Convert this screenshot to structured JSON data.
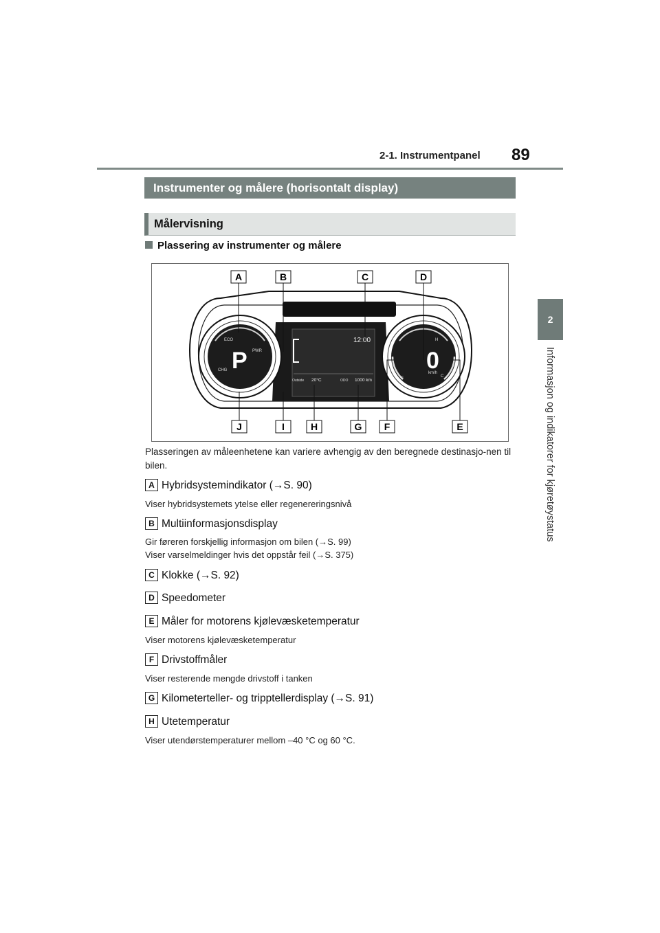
{
  "header": {
    "section": "2-1. Instrumentpanel",
    "page_number": "89"
  },
  "side_tab": {
    "number": "2",
    "chapter": "Informasjon og indikatorer for kjøretøystatus"
  },
  "section_title": "Instrumenter og målere (horisontalt display)",
  "subsection_title": "Målervisning",
  "sub_heading": "Plassering av instrumenter og målere",
  "figure": {
    "labels_top": [
      "A",
      "B",
      "C",
      "D"
    ],
    "labels_bottom": [
      "J",
      "I",
      "H",
      "G",
      "F",
      "E"
    ],
    "left_gauge": {
      "gear": "P",
      "eco": "ECO",
      "pwr": "PWR",
      "chg": "CHG"
    },
    "center": {
      "clock": "12:00",
      "outside_label": "Outside",
      "outside_temp": "20°C",
      "odo_label": "ODO",
      "odo_value": "1000 km"
    },
    "right_gauge": {
      "speed": "0",
      "unit": "km/h",
      "temp_h": "H",
      "temp_c": "C",
      "fuel_e": "E"
    }
  },
  "intro": "Plasseringen av måleenhetene kan variere avhengig av den beregnede destinasjo-nen til bilen.",
  "items": [
    {
      "badge": "A",
      "title": "Hybridsystemindikator (→S. 90)",
      "desc": [
        "Viser hybridsystemets ytelse eller regenereringsnivå"
      ]
    },
    {
      "badge": "B",
      "title": "Multiinformasjonsdisplay",
      "desc": [
        "Gir føreren forskjellig informasjon om bilen (→S. 99)",
        "Viser varselmeldinger hvis det oppstår feil (→S. 375)"
      ]
    },
    {
      "badge": "C",
      "title": "Klokke (→S. 92)",
      "desc": []
    },
    {
      "badge": "D",
      "title": "Speedometer",
      "desc": []
    },
    {
      "badge": "E",
      "title": "Måler for motorens kjølevæsketemperatur",
      "desc": [
        "Viser motorens kjølevæsketemperatur"
      ]
    },
    {
      "badge": "F",
      "title": "Drivstoffmåler",
      "desc": [
        "Viser resterende mengde drivstoff i tanken"
      ]
    },
    {
      "badge": "G",
      "title": "Kilometerteller- og tripptellerdisplay (→S. 91)",
      "desc": []
    },
    {
      "badge": "H",
      "title": "Utetemperatur",
      "desc": [
        "Viser utendørstemperaturer mellom –40 °C og 60 °C."
      ]
    }
  ]
}
